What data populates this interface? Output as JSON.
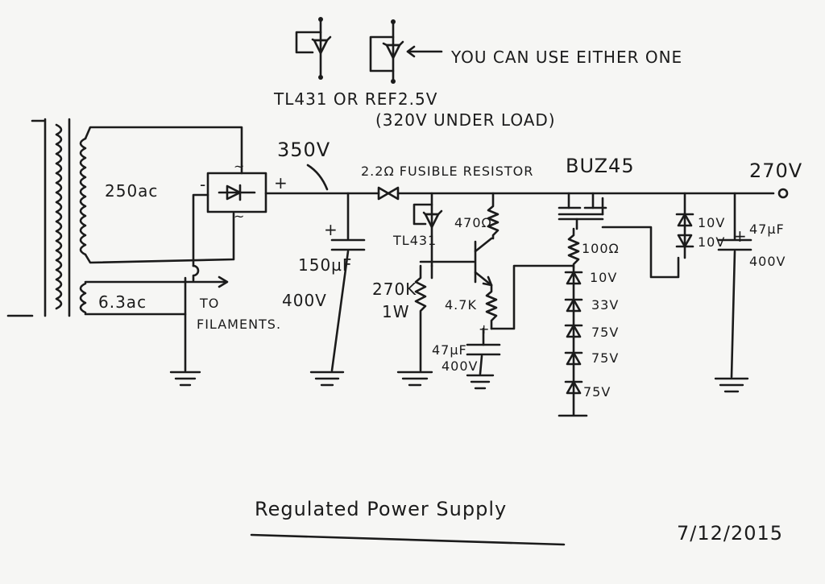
{
  "title": "Regulated Power Supply",
  "date": "7/12/2015",
  "notes": {
    "shunt_ref_options": "TL431 OR REF2.5V",
    "either_one": "YOU CAN USE EITHER ONE",
    "b_plus_unloaded": "350V",
    "b_plus_loaded": "(320V UNDER LOAD)",
    "fusible_resistor": "2.2Ω FUSIBLE RESISTOR",
    "output_voltage": "270V",
    "to_filaments": "TO FILAMENTS."
  },
  "transformer": {
    "secondary_hv": "250ac",
    "secondary_lv": "6.3ac"
  },
  "bridge": {
    "plus": "+",
    "minus": "-",
    "ac": "~"
  },
  "components": {
    "c1_value": "150µF",
    "c1_voltage": "400V",
    "ref_label": "TL431",
    "r_bias": "270K",
    "r_bias_power": "1W",
    "r_470": "470Ω",
    "r_4k7": "4.7K",
    "c2_value": "47µF",
    "c2_voltage": "400V",
    "mosfet": "BUZ45",
    "r_gate": "100Ω",
    "zener_1": "10V",
    "zener_2": "33V",
    "zener_3": "75V",
    "zener_4": "75V",
    "zener_5": "75V",
    "protect_zener_1": "10V",
    "protect_zener_2": "10V",
    "c3_value": "47µF",
    "c3_voltage": "400V",
    "plus_sign": "+"
  }
}
